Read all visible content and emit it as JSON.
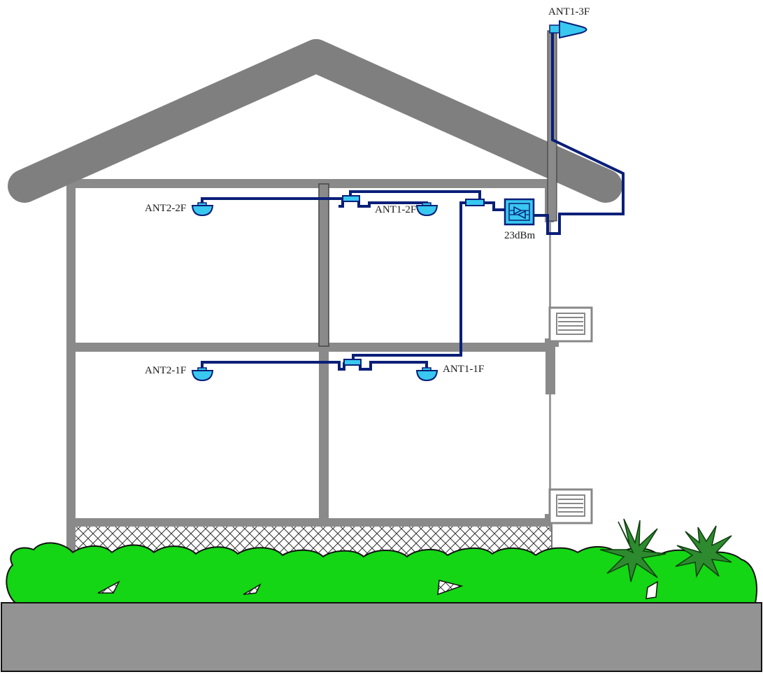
{
  "labels": {
    "ant1_3f": "ANT1-3F",
    "ant2_2f": "ANT2-2F",
    "ant1_2f": "ANT1-2F",
    "ant2_1f": "ANT2-1F",
    "ant1_1f": "ANT1-1F",
    "amplifier_power": "23dBm"
  },
  "colors": {
    "structure": "#8a8a8a",
    "cable": "#0a1f78",
    "device": "#38c8f0",
    "foliage": "#14d614",
    "ground": "#939393"
  }
}
